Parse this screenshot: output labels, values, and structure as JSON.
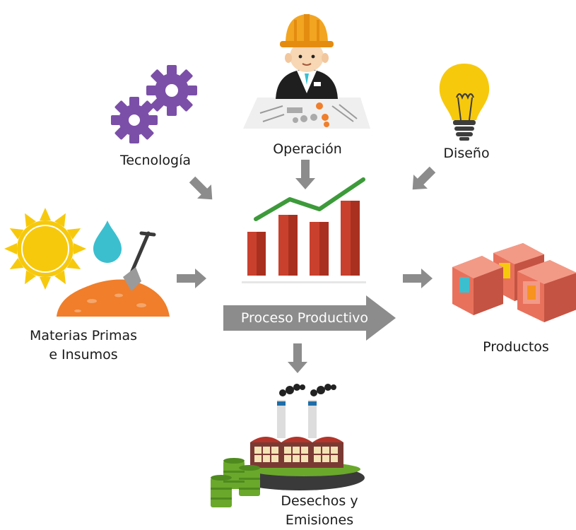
{
  "inputs": {
    "tecnologia": "Tecnología",
    "operacion": "Operación",
    "diseno": "Diseño"
  },
  "materias": {
    "line1": "Materias Primas",
    "line2": "e Insumos"
  },
  "proceso": "Proceso Productivo",
  "productos": "Productos",
  "desechos": {
    "line1": "Desechos y",
    "line2": "Emisiones"
  },
  "colors": {
    "arrow_gray": "#8c8c8c",
    "gear_purple": "#7b4fa8",
    "helmet_orange": "#f2a521",
    "bulb_yellow": "#f7c90d",
    "sun_yellow": "#f7c90d",
    "drop_cyan": "#3bbfcf",
    "soil_orange": "#f07e2a",
    "bar_red": "#c9402d",
    "trend_green": "#3d9a3a",
    "box_salmon": "#e8715c",
    "factory_brown": "#7a3a34",
    "barrel_green": "#6aa82c"
  },
  "icons": {
    "tecnologia": "gears-icon",
    "operacion": "engineer-icon",
    "diseno": "lightbulb-icon",
    "materias": "raw-materials-icon",
    "proceso": "bar-chart-icon",
    "productos": "product-boxes-icon",
    "desechos": "factory-icon"
  }
}
